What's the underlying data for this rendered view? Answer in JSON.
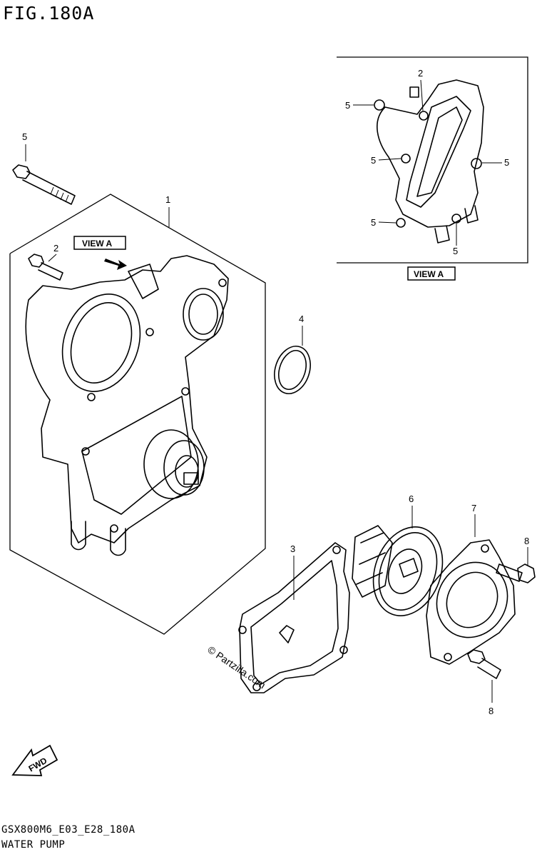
{
  "figure": {
    "title": "FIG.180A",
    "code": "GSX800M6_E03_E28_180A",
    "name": "WATER PUMP"
  },
  "view_label": "VIEW A",
  "watermark": "© Partzilla.com",
  "fwd_label": "FWD",
  "callouts": {
    "c1": "1",
    "c2": "2",
    "c3": "3",
    "c4": "4",
    "c5": "5",
    "c6": "6",
    "c7": "7",
    "c8": "8"
  }
}
